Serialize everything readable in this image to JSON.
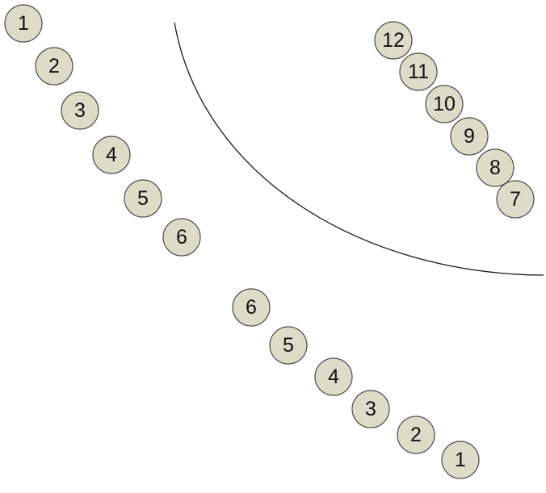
{
  "colors": {
    "background": "#ffffff",
    "node_fill": "#dcdcc8",
    "node_stroke": "#4a4a4a",
    "label_color": "#111111",
    "curve_color": "#1a1a1a"
  },
  "groups": [
    {
      "id": "left-diagonal",
      "labels": [
        "1",
        "2",
        "3",
        "4",
        "5",
        "6"
      ]
    },
    {
      "id": "top-right-diagonal",
      "labels": [
        "12",
        "11",
        "10",
        "9",
        "8",
        "7"
      ]
    },
    {
      "id": "bottom-diagonal",
      "labels": [
        "6",
        "5",
        "4",
        "3",
        "2",
        "1"
      ]
    }
  ]
}
